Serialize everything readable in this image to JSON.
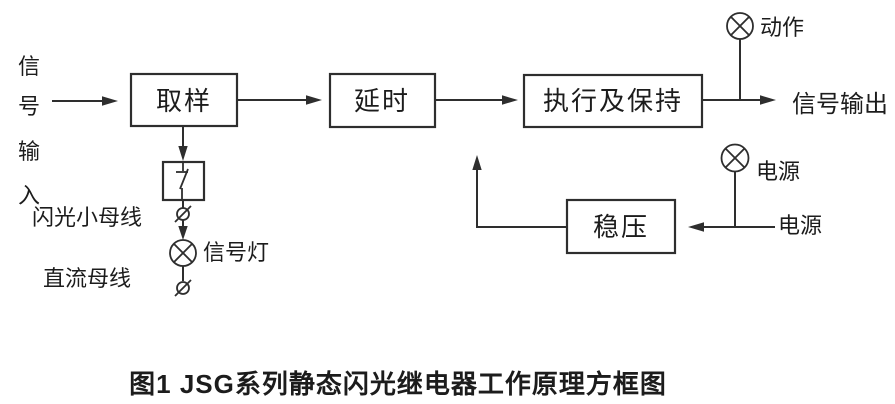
{
  "diagram": {
    "boxes": {
      "sampling": "取样",
      "delay": "延时",
      "execute_hold": "执行及保持",
      "voltage_regulator": "稳压"
    },
    "labels": {
      "signal_input_chars": [
        "信",
        "号",
        "输",
        "入"
      ],
      "flash_bus": "闪光小母线",
      "dc_bus": "直流母线",
      "signal_lamp": "信号灯",
      "action_lamp": "动作",
      "signal_output": "信号输出",
      "power_lamp": "电源",
      "power_input": "电源"
    },
    "icons": {
      "lamp": "circle-with-x-lamp-icon",
      "terminal": "slashed-circle-terminal-icon",
      "contact": "switch-contact-icon",
      "arrow": "filled-triangle-arrowhead"
    },
    "colors": {
      "line": "#2e2e2e",
      "text": "#1c1c1c",
      "background": "#ffffff"
    }
  },
  "caption": "图1  JSG系列静态闪光继电器工作原理方框图"
}
